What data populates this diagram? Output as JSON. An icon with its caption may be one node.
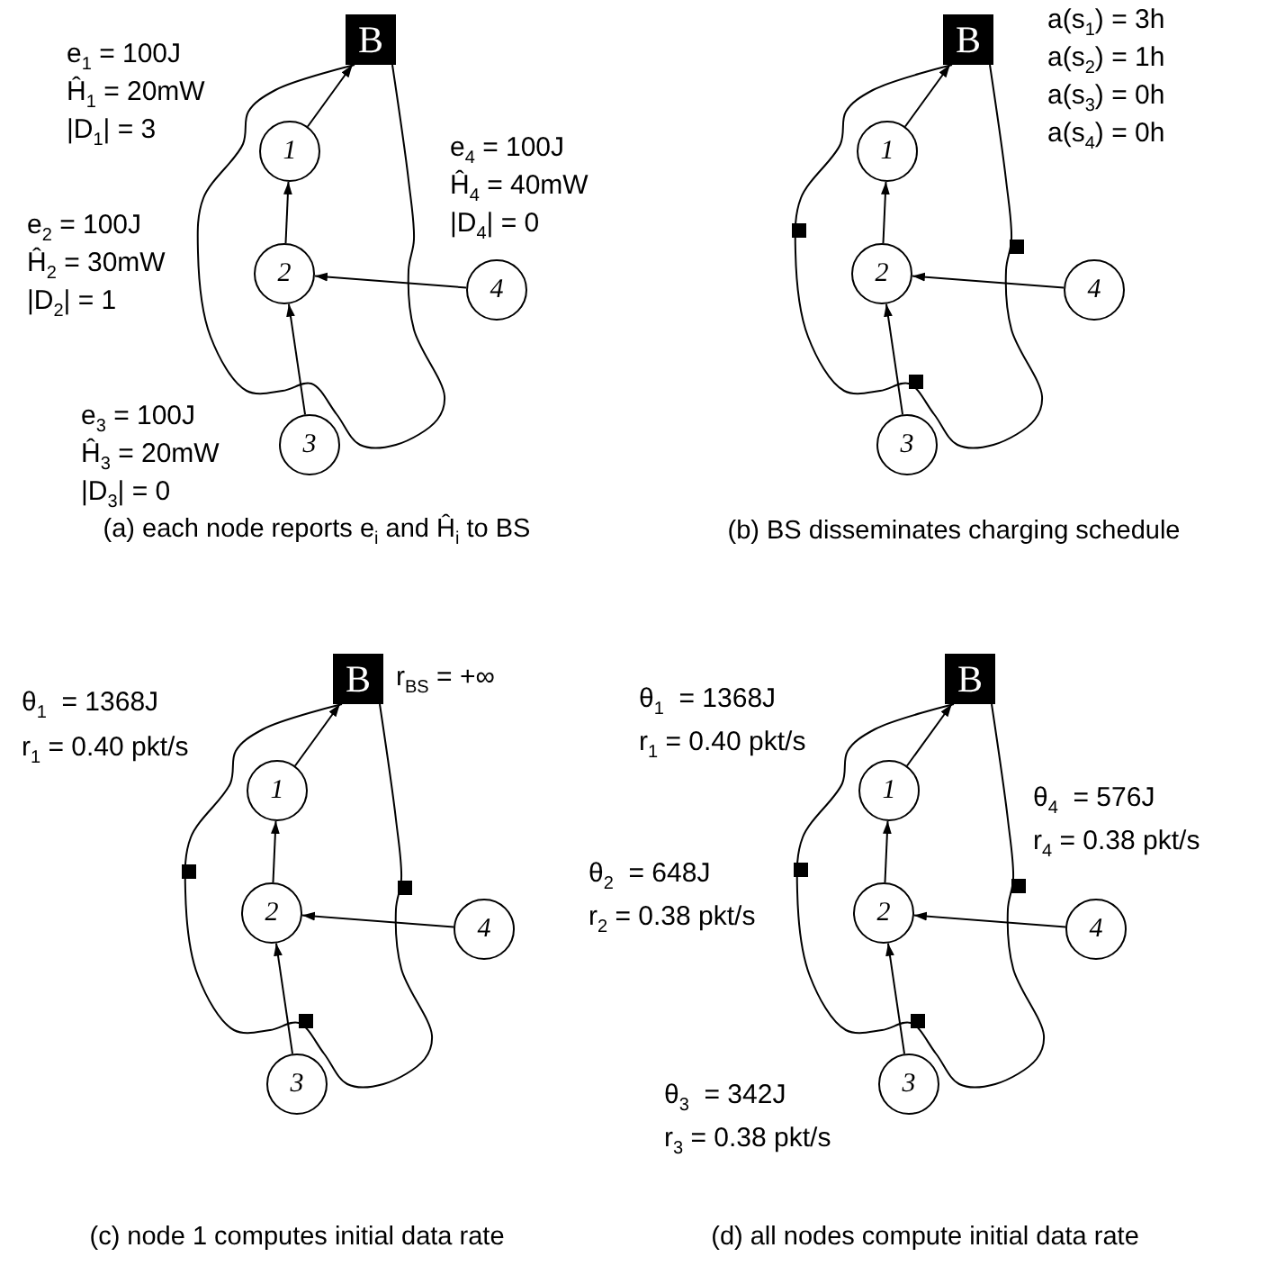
{
  "diagram": {
    "nodes": [
      {
        "text": [
          "B"
        ]
      },
      {
        "text": [
          "1"
        ]
      },
      {
        "text": [
          "2"
        ]
      },
      {
        "text": [
          "4"
        ]
      },
      {
        "text": [
          "3"
        ]
      },
      {
        "text": [
          "B"
        ]
      },
      {
        "text": [
          "1"
        ]
      },
      {
        "text": [
          "2"
        ]
      },
      {
        "text": [
          "4"
        ]
      },
      {
        "text": [
          "3"
        ]
      },
      {
        "text": [
          "B"
        ]
      },
      {
        "text": [
          "1"
        ]
      },
      {
        "text": [
          "2"
        ]
      },
      {
        "text": [
          "4"
        ]
      },
      {
        "text": [
          "3"
        ]
      },
      {
        "text": [
          "B"
        ]
      },
      {
        "text": [
          "1"
        ]
      },
      {
        "text": [
          "2"
        ]
      },
      {
        "text": [
          "4"
        ]
      },
      {
        "text": [
          "3"
        ]
      }
    ],
    "edges": [
      {
        "from": 1,
        "to": 0,
        "arrow": "to"
      },
      {
        "from": 2,
        "to": 1,
        "arrow": "to"
      },
      {
        "from": 3,
        "to": 2,
        "arrow": "to"
      },
      {
        "from": 4,
        "to": 2,
        "arrow": "to"
      },
      {
        "from": 0,
        "to": 0,
        "arrow": "none"
      },
      {
        "from": 6,
        "to": 5,
        "arrow": "to"
      },
      {
        "from": 7,
        "to": 6,
        "arrow": "to"
      },
      {
        "from": 8,
        "to": 7,
        "arrow": "to"
      },
      {
        "from": 9,
        "to": 7,
        "arrow": "to"
      },
      {
        "from": 5,
        "to": 5,
        "arrow": "none"
      },
      {
        "from": 11,
        "to": 10,
        "arrow": "to"
      },
      {
        "from": 12,
        "to": 11,
        "arrow": "to"
      },
      {
        "from": 13,
        "to": 12,
        "arrow": "to"
      },
      {
        "from": 14,
        "to": 12,
        "arrow": "to"
      },
      {
        "from": 10,
        "to": 10,
        "arrow": "none"
      },
      {
        "from": 16,
        "to": 15,
        "arrow": "to"
      },
      {
        "from": 17,
        "to": 16,
        "arrow": "to"
      },
      {
        "from": 18,
        "to": 17,
        "arrow": "to"
      },
      {
        "from": 19,
        "to": 17,
        "arrow": "to"
      },
      {
        "from": 15,
        "to": 15,
        "arrow": "none"
      }
    ],
    "labels": [
      "e$_{1}$ = 100J",
      "Ĥ$_{1}$ = 20mW",
      "|D$_{1}$| = 3",
      "e$_{4}$ = 100J",
      "Ĥ$_{4}$ = 40mW",
      "|D$_{4}$| = 0",
      "e$_{2}$ = 100J",
      "Ĥ$_{2}$ = 30mW",
      "|D$_{2}$| = 1",
      "e$_{3}$ = 100J",
      "Ĥ$_{3}$ = 20mW",
      "|D$_{3}$| = 0",
      "(a) each node reports e$_{i}$ and Ĥ$_{i}$ to BS",
      "a(s$_{1}$) = 3h",
      "a(s$_{2}$) = 1h",
      "a(s$_{3}$) = 0h",
      "a(s$_{4}$) = 0h",
      "(b) BS disseminates charging schedule",
      "θ$_{1}$  = 1368J",
      "r$_{1}$ = 0.40 pkt/s",
      "r$_{BS}$ = +∞",
      "(c) node 1 computes initial data rate",
      "θ$_{1}$  = 1368J",
      "r$_{1}$ = 0.40 pkt/s",
      "θ$_{4}$  = 576J",
      "r$_{4}$ = 0.38 pkt/s",
      "θ$_{2}$  = 648J",
      "r$_{2}$ = 0.38 pkt/s",
      "θ$_{3}$  = 342J",
      "r$_{3}$ = 0.38 pkt/s",
      "(d) all nodes compute initial data rate"
    ]
  }
}
